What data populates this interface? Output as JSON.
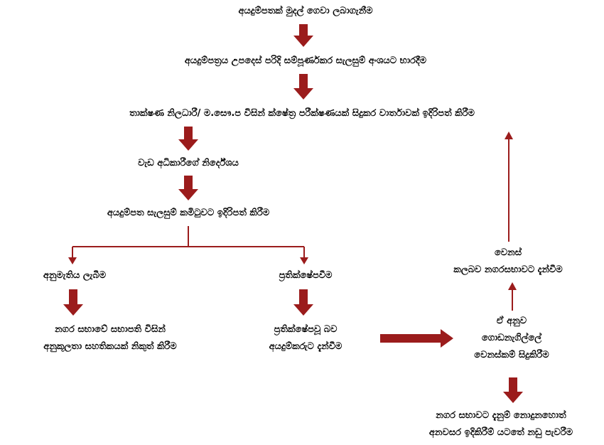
{
  "colors": {
    "arrow": "#9b1c1c",
    "text": "#000000",
    "background": "#ffffff"
  },
  "steps": {
    "s1": "අයදුම්පතක් මුදල් ගෙවා ලබාගැනීම",
    "s2": "අයදුම්පත්‍රය උපදෙස් පරිදි සම්පූර්ණකර සැලසුම් අංශයට භාරදීම",
    "s3": "තාක්ෂණ නිලධාරී/ ම.සෞ.ප විසින් ක්ෂේත්‍ර පරීක්ෂණයක් සිදුකර වාර්තාවක් ඉදිරිපත් කිරීම",
    "s4": "වැඩ අධිකාරීගේ නිර්දේශය",
    "s5": "අයදුම්පත සැලසුම් කමිටුවට ඉදිරිපත් කිරීම",
    "s6": "අනුමැතිය ලැබීම",
    "s7": "ප්‍රතික්ෂේපවීම",
    "s8": {
      "line1": "නගර සභාවේ සභාපති විසින්",
      "line2": "අනුකූලතා සහතිකයක් නිකුත් කිරීම"
    },
    "s9": {
      "line1": "ප්‍රතික්ෂේපවූ බව",
      "line2": "අයදුම්කරුට දැන්වීම"
    },
    "s10": {
      "line1": "ඒ අනුව",
      "line2": "ගොඩනැගිල්ලේ",
      "line3": "වෙනස්කම් සිදුකිරීම"
    },
    "s11": {
      "line1": "වෙනස්",
      "line2": "කලබව නගරසභාවට දැන්වීම"
    },
    "s12": {
      "line1": "නගර සභාවට දැනුම් නොදුනහොත්",
      "line2": "අනවසර ඉදිකිරීම් යටතේ නඩු පැවරීම"
    }
  }
}
